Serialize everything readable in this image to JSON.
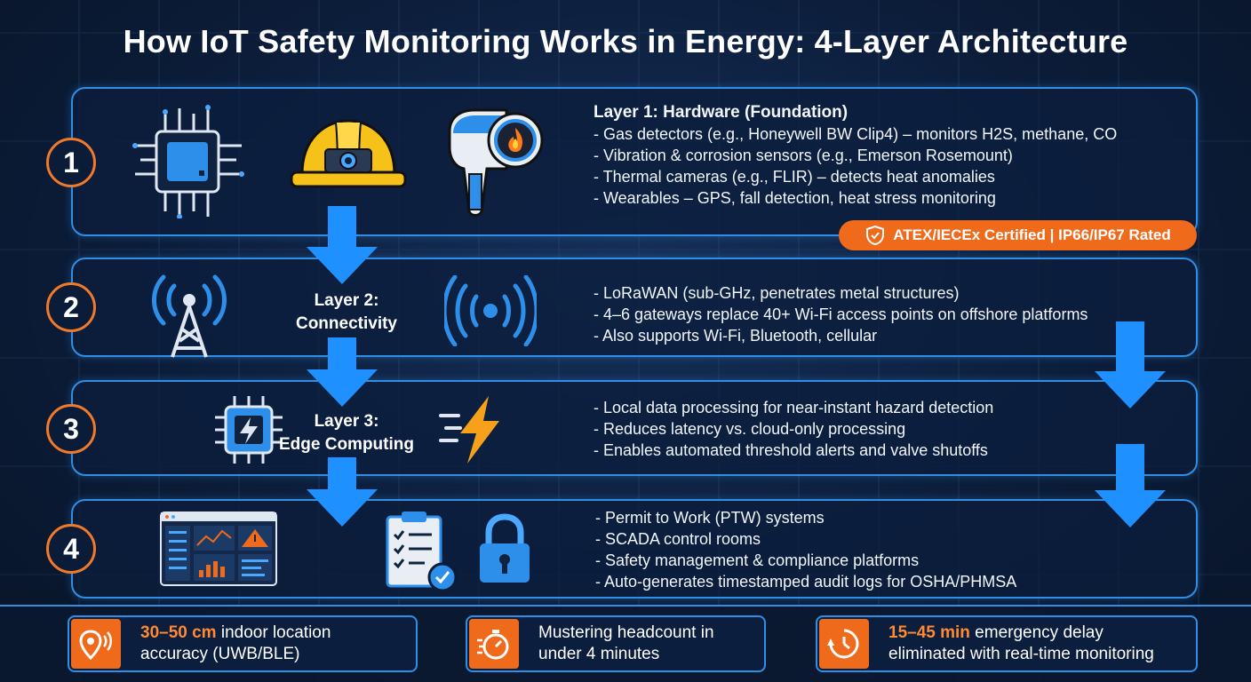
{
  "title": "How IoT Safety Monitoring Works in Energy: 4-Layer Architecture",
  "layers": [
    {
      "number": "1",
      "heading": "Layer 1: Hardware (Foundation)",
      "lines": [
        "- Gas detectors (e.g., Honeywell BW Clip4) – monitors H2S, methane, CO",
        "- Vibration & corrosion sensors (e.g., Emerson Rosemount)",
        "- Thermal cameras (e.g., FLIR) – detects heat anomalies",
        "- Wearables – GPS, fall detection, heat stress monitoring"
      ],
      "badge": "ATEX/IECEx Certified | IP66/IP67 Rated",
      "icons": [
        "microchip-icon",
        "hard-hat-icon",
        "thermal-camera-icon"
      ]
    },
    {
      "number": "2",
      "label_line1": "Layer 2:",
      "label_line2": "Connectivity",
      "lines": [
        "- LoRaWAN (sub-GHz, penetrates metal structures)",
        "- 4–6 gateways replace 40+ Wi-Fi access points on offshore platforms",
        "- Also supports Wi-Fi, Bluetooth, cellular"
      ],
      "icons": [
        "radio-tower-icon",
        "wireless-signal-icon"
      ]
    },
    {
      "number": "3",
      "label_line1": "Layer 3:",
      "label_line2": "Edge Computing",
      "lines": [
        "- Local data processing for near-instant hazard detection",
        "- Reduces latency vs. cloud-only processing",
        "- Enables automated threshold alerts and valve shutoffs"
      ],
      "icons": [
        "edge-chip-icon",
        "lightning-icon"
      ]
    },
    {
      "number": "4",
      "lines": [
        "- Permit to Work (PTW) systems",
        "- SCADA control rooms",
        "- Safety management & compliance platforms",
        "- Auto-generates timestamped audit logs for OSHA/PHMSA"
      ],
      "icons": [
        "dashboard-icon",
        "checklist-icon",
        "padlock-icon"
      ]
    }
  ],
  "stats": [
    {
      "highlight": "30–50 cm",
      "rest_line1": " indoor location",
      "line2": "accuracy (UWB/BLE)",
      "icon": "location-pin-icon"
    },
    {
      "highlight": "",
      "rest_line1": "Mustering headcount in",
      "line2": "under 4 minutes",
      "icon": "stopwatch-icon"
    },
    {
      "highlight": "15–45 min",
      "rest_line1": " emergency delay",
      "line2": "eliminated with real-time monitoring",
      "icon": "clock-icon"
    }
  ],
  "colors": {
    "accent_blue": "#2f8fe6",
    "arrow_blue": "#1e90ff",
    "accent_orange": "#f06a1c",
    "background": "#0c1d3a"
  }
}
